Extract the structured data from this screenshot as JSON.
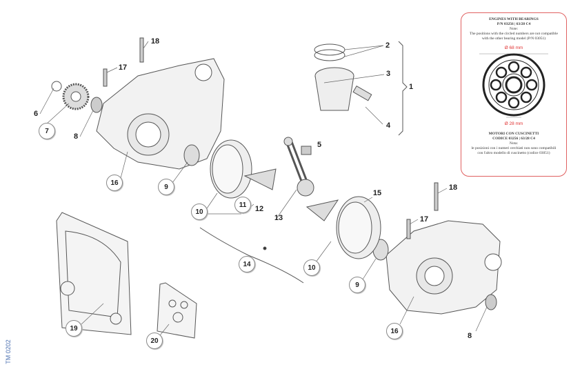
{
  "callouts": {
    "c18a": "18",
    "c17a": "17",
    "c6": "6",
    "c7": "7",
    "c8a": "8",
    "c16a": "16",
    "c9a": "9",
    "c10a": "10",
    "c11": "11",
    "c12": "12",
    "c13": "13",
    "c5": "5",
    "c2": "2",
    "c3": "3",
    "c1": "1",
    "c4": "4",
    "c14": "14",
    "c15": "15",
    "c10b": "10",
    "c9b": "9",
    "c18b": "18",
    "c17b": "17",
    "c16b": "16",
    "c8b": "8",
    "c19": "19",
    "c20": "20"
  },
  "note": {
    "en_title": "ENGINES WITH BEARINGS",
    "en_code": "P/N 03256 | 63/28 C4",
    "en_note": "Note:",
    "en_text": "The positions with the circled numbers are not compatible with the other bearing model (P/N 03051)",
    "outer_dim": "Ø 68 mm",
    "inner_dim": "Ø 28 mm",
    "it_title": "MOTORI CON CUSCINETTI",
    "it_code": "CODICE 03256 | 63/28 C4",
    "it_note": "Nota:",
    "it_text": "le posizioni con i numeri cerchiati non sono compatibili con l'altro modello di cuscinetto (codice 03051)"
  },
  "drawing_code": "TM 0202",
  "colors": {
    "accent": "#e06060"
  }
}
